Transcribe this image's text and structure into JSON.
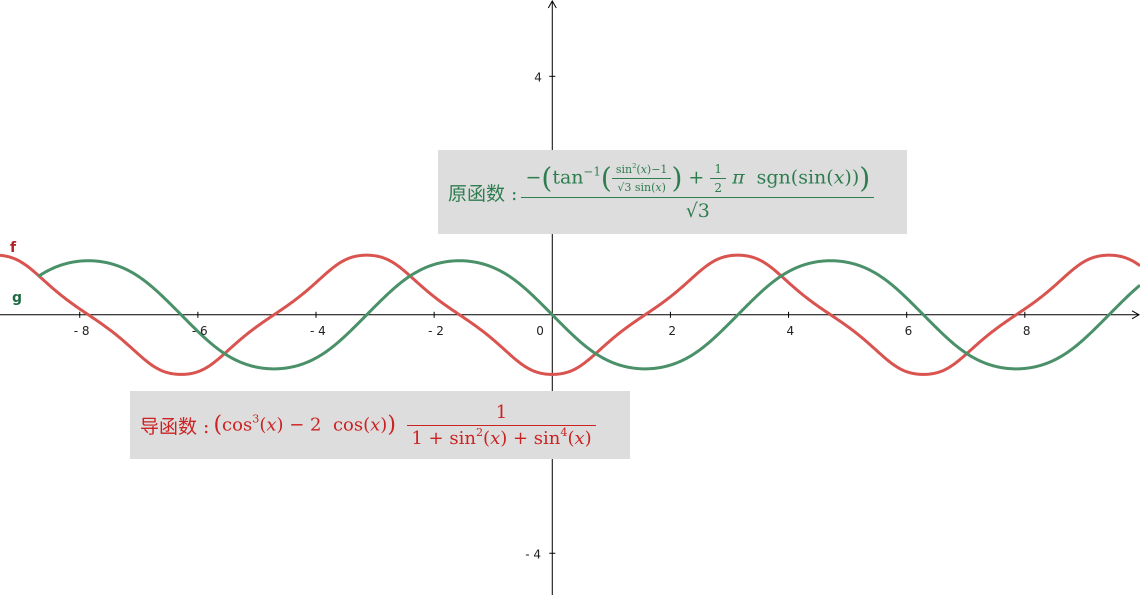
{
  "chart_data": {
    "type": "line",
    "xlim": [
      -9.35,
      9.95
    ],
    "ylim": [
      -4.7,
      5.28
    ],
    "x_ticks": [
      -8,
      -6,
      -4,
      -2,
      2,
      4,
      6,
      8
    ],
    "y_ticks": [
      -4,
      4
    ],
    "x_tick_labels": [
      "- 8",
      "- 6",
      "- 4",
      "- 2",
      "2",
      "4",
      "6",
      "8"
    ],
    "y_tick_labels": [
      "- 4",
      "4"
    ],
    "origin_label": "0",
    "grid": false,
    "series": [
      {
        "name": "f",
        "color": "#d9534f",
        "expression": "(cos^3(x) - 2 cos(x)) / (1 + sin^2(x) + sin^4(x))"
      },
      {
        "name": "g",
        "color": "#4a9068",
        "expression": "-(atan((sin^2(x)-1)/(sqrt(3) sin(x))) + (1/2) π sgn(sin(x))) / sqrt(3)"
      }
    ]
  },
  "formulas": {
    "g_lead": "原函数 :",
    "f_lead": "导函数 :"
  }
}
